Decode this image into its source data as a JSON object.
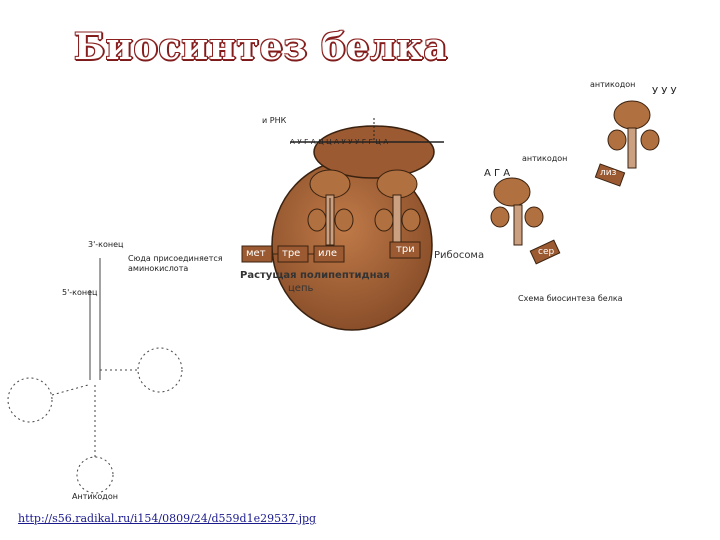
{
  "slide": {
    "title": "Биосинтез белка",
    "link": "http://s56.radikal.ru/i154/0809/24/d559d1e29537.jpg"
  },
  "ribosome_figure": {
    "mrna_label": "и РНК",
    "mrna_sequence": "А-У-Г-А-Ц-Ц-А-У-У-У-Г-Г-Ц-А",
    "anticodon_label_top": "антикодон",
    "anticodon_uuu": "У У У",
    "anticodon_label_mid": "антикодон",
    "anticodon_aga": "А Г А",
    "amino_acids": [
      "мет",
      "тре",
      "иле",
      "три"
    ],
    "free_amino_1": "лиз",
    "free_amino_2": "сер",
    "ribosome_label": "Рибосома",
    "chain_label_1": "Растущая полипептидная",
    "chain_label_2": "цепь",
    "caption": "Схема биосинтеза белка",
    "colors": {
      "ribosome": "#a8663a",
      "trna": "#b07040",
      "outline": "#3a2210"
    }
  },
  "trna_figure": {
    "end3_label": "3'-конец",
    "end5_label": "5'-конец",
    "attach_label_1": "Сюда присоединяется",
    "attach_label_2": "аминокислота",
    "anticodon_label": "Антикодон"
  }
}
